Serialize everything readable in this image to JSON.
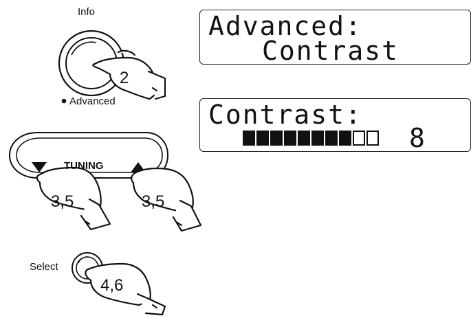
{
  "controls": {
    "info_label": "Info",
    "advanced_label": "Advanced",
    "tuning_label": "TUNING",
    "select_label": "Select"
  },
  "steps": {
    "info_step": "2",
    "down_step": "3,5",
    "up_step": "3,5",
    "select_step": "4,6"
  },
  "display_1": {
    "line1": "Advanced:",
    "line2": "Contrast"
  },
  "display_2": {
    "line1": "Contrast:",
    "contrast_level": 8,
    "contrast_max": 10,
    "contrast_value": "8"
  }
}
